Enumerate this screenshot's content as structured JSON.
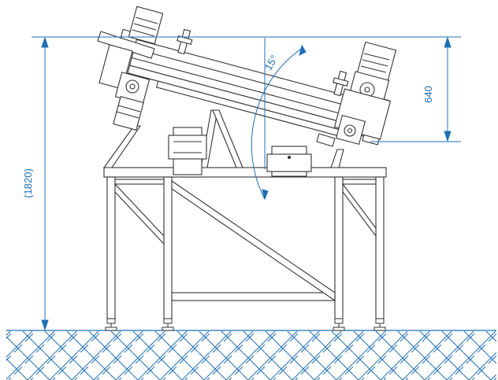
{
  "dimensions": {
    "total_height": "(1820)",
    "offset_height": "640",
    "tilt_angle": "15°"
  },
  "colors": {
    "dimension": "#1f6fb5",
    "outline": "#333333",
    "ground_hatch": "#1f6fb5"
  }
}
